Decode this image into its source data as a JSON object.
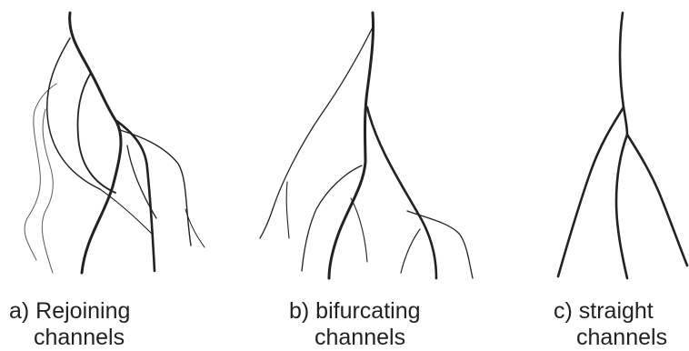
{
  "panels": [
    {
      "id": "a",
      "caption_line1": "a) Rejoining",
      "caption_line2": "channels"
    },
    {
      "id": "b",
      "caption_line1": "b) bifurcating",
      "caption_line2": "channels"
    },
    {
      "id": "c",
      "caption_line1": "c) straight",
      "caption_line2": "channels"
    }
  ],
  "colors": {
    "stroke": "#222222",
    "text": "#222222",
    "background": "#ffffff"
  }
}
